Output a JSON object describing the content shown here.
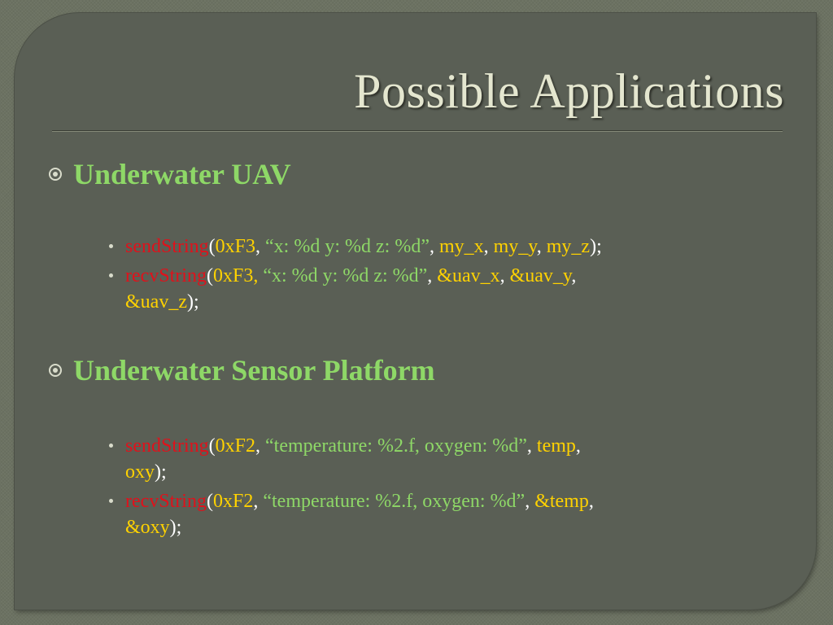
{
  "slide": {
    "title": "Possible Applications",
    "sections": [
      {
        "heading": "Underwater UAV",
        "lines": [
          {
            "fn": "sendString",
            "open": "(",
            "hex": "0xF3",
            "sep1": ", ",
            "format": "“x: %d y: %d z: %d”",
            "sep2": ", ",
            "args": [
              "my_x",
              "my_y",
              "my_z"
            ],
            "arg_sep": ", ",
            "close": ");"
          },
          {
            "fn": "recvString",
            "open": "(",
            "hex": "0xF3,",
            "sep1": " ",
            "format": "“x: %d y: %d z: %d”",
            "sep2": ", ",
            "args": [
              "&uav_x",
              "&uav_y",
              "&uav_z"
            ],
            "arg_sep": ", ",
            "close": ");"
          }
        ]
      },
      {
        "heading": "Underwater Sensor Platform",
        "lines": [
          {
            "fn": "sendString",
            "open": "(",
            "hex": "0xF2",
            "sep1": ", ",
            "format": "“temperature: %2.f, oxygen: %d”",
            "sep2": ", ",
            "args": [
              "temp",
              "oxy"
            ],
            "arg_sep": ", ",
            "close": ");"
          },
          {
            "fn": "recvString",
            "open": "(",
            "hex": "0xF2",
            "sep1": ", ",
            "format": "“temperature: %2.f, oxygen: %d”",
            "sep2": ", ",
            "args": [
              "&temp",
              "&oxy"
            ],
            "arg_sep": ", ",
            "close": ");"
          }
        ]
      }
    ]
  },
  "colors": {
    "background": "#6c7262",
    "panel": "#5a5f55",
    "title": "#e4e6cf",
    "heading": "#8ed867",
    "function": "#e0111b",
    "hex_and_vars": "#ffd200",
    "format_string": "#8ed867",
    "punctuation": "#ffffff"
  },
  "icons": {
    "section_bullet": "circle-dot-icon",
    "line_bullet": "small-dot-icon"
  }
}
